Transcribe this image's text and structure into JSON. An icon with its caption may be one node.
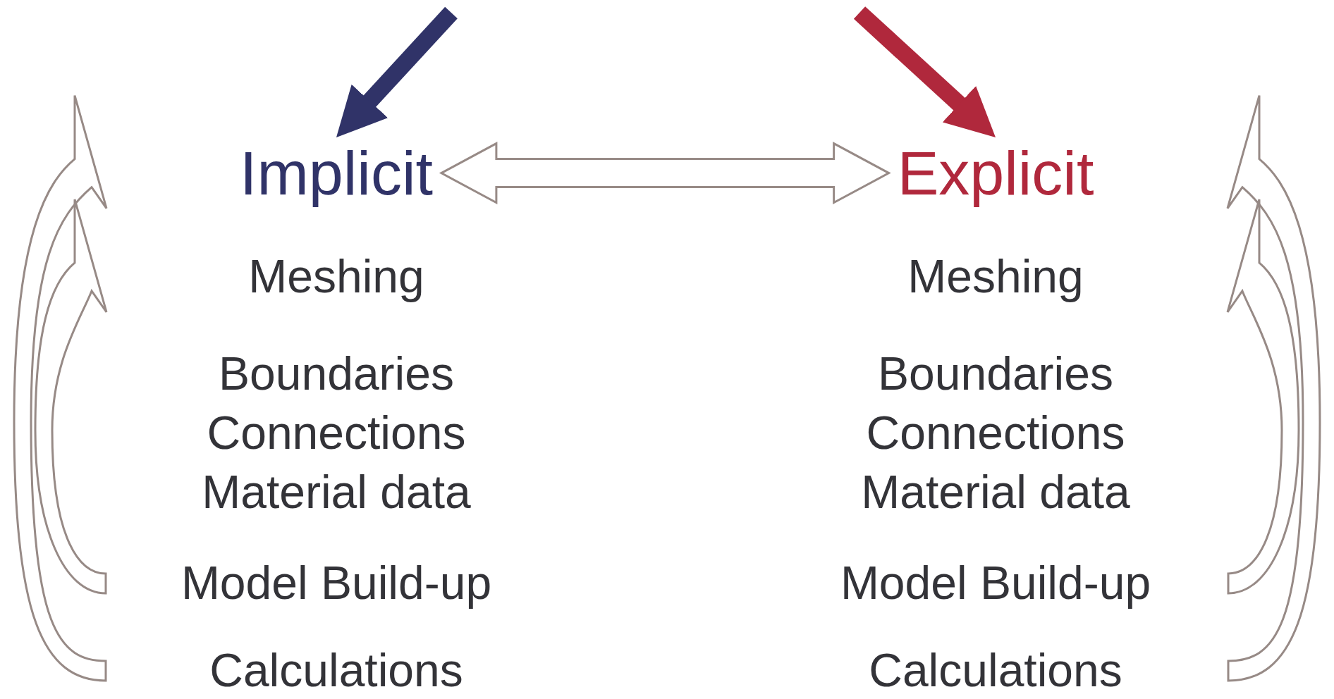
{
  "diagram": {
    "nodes": [
      {
        "text": [
          "Implicit"
        ]
      },
      {
        "text": [
          "Meshing"
        ]
      },
      {
        "text": [
          "Boundaries",
          "Connections",
          "Material data"
        ]
      },
      {
        "text": [
          "Model Build-up"
        ]
      },
      {
        "text": [
          "Calculations"
        ]
      },
      {
        "text": [
          "Explicit"
        ]
      },
      {
        "text": [
          "Meshing"
        ]
      },
      {
        "text": [
          "Boundaries",
          "Connections",
          "Material data"
        ]
      },
      {
        "text": [
          "Model Build-up"
        ]
      },
      {
        "text": [
          "Calculations"
        ]
      }
    ],
    "edges": [
      {
        "from": null,
        "to": 0,
        "arrow": "to",
        "color": "#303368"
      },
      {
        "from": null,
        "to": 5,
        "arrow": "to",
        "color": "#b0283c"
      },
      {
        "from": 0,
        "to": 5,
        "arrow": "both"
      },
      {
        "from": 4,
        "to": 0,
        "arrow": "to"
      },
      {
        "from": 3,
        "to": 1,
        "arrow": "to"
      },
      {
        "from": 9,
        "to": 5,
        "arrow": "to"
      },
      {
        "from": 8,
        "to": 6,
        "arrow": "to"
      }
    ]
  }
}
